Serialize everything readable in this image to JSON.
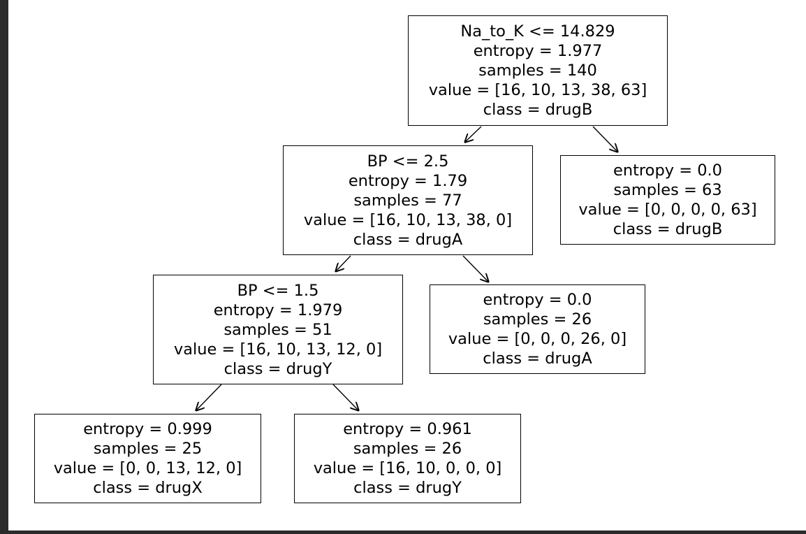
{
  "tree": {
    "root": {
      "condition": "Na_to_K <= 14.829",
      "entropy": "entropy = 1.977",
      "samples": "samples = 140",
      "value": "value = [16, 10, 13, 38, 63]",
      "class": "class = drugB"
    },
    "n1": {
      "condition": "BP <= 2.5",
      "entropy": "entropy = 1.79",
      "samples": "samples = 77",
      "value": "value = [16, 10, 13, 38, 0]",
      "class": "class = drugA"
    },
    "n2": {
      "entropy": "entropy = 0.0",
      "samples": "samples = 63",
      "value": "value = [0, 0, 0, 0, 63]",
      "class": "class = drugB"
    },
    "n3": {
      "condition": "BP <= 1.5",
      "entropy": "entropy = 1.979",
      "samples": "samples = 51",
      "value": "value = [16, 10, 13, 12, 0]",
      "class": "class = drugY"
    },
    "n4": {
      "entropy": "entropy = 0.0",
      "samples": "samples = 26",
      "value": "value = [0, 0, 0, 26, 0]",
      "class": "class = drugA"
    },
    "n5": {
      "entropy": "entropy = 0.999",
      "samples": "samples = 25",
      "value": "value = [0, 0, 13, 12, 0]",
      "class": "class = drugX"
    },
    "n6": {
      "entropy": "entropy = 0.961",
      "samples": "samples = 26",
      "value": "value = [16, 10, 0, 0, 0]",
      "class": "class = drugY"
    }
  }
}
